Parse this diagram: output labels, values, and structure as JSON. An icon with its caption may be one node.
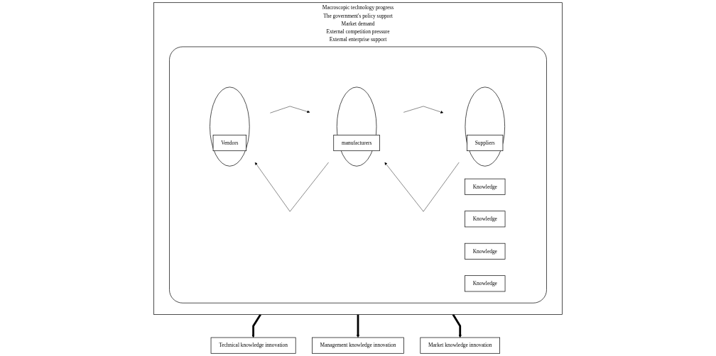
{
  "diagram": {
    "nodes": [
      {
        "text": [
          "Technical knowledge innovation"
        ]
      },
      {
        "text": [
          "Macroscopic technology progress",
          "The government's policy support",
          "Market demand",
          "External competition pressure",
          "External enterprise support"
        ]
      },
      {
        "text": [
          "Management knowledge innovation"
        ]
      },
      {
        "text": [
          "Market knowledge innovation"
        ]
      },
      {
        "text": [],
        "shape": "box",
        "in": 1
      },
      {
        "text": [],
        "shape": "circle",
        "in": 4
      },
      {
        "text": [
          "Suppliers"
        ],
        "in": 5
      },
      {
        "text": [
          "Knowledge"
        ],
        "in": 4
      },
      {
        "text": [
          "Knowledge"
        ],
        "in": 4
      },
      {
        "text": [],
        "shape": "circle",
        "in": 4
      },
      {
        "text": [
          "manufacturers"
        ],
        "in": 9
      },
      {
        "text": [
          "Knowledge"
        ],
        "in": 4
      },
      {
        "text": [
          "Knowledge"
        ],
        "in": 4
      },
      {
        "text": [],
        "shape": "circle",
        "in": 4
      },
      {
        "text": [
          "Vendors"
        ],
        "in": 13
      }
    ],
    "edges": [
      {
        "from": 1,
        "to": 0,
        "arrow": "to",
        "style": "thick"
      },
      {
        "from": 1,
        "to": 2,
        "arrow": "to",
        "style": "thick"
      },
      {
        "from": 1,
        "to": 3,
        "arrow": "to",
        "style": "thick"
      },
      {
        "from": 9,
        "to": 5,
        "arrow": "to"
      },
      {
        "from": 5,
        "to": 9,
        "arrow": "to"
      },
      {
        "from": 13,
        "to": 9,
        "arrow": "to"
      },
      {
        "from": 9,
        "to": 13,
        "arrow": "to"
      }
    ]
  }
}
